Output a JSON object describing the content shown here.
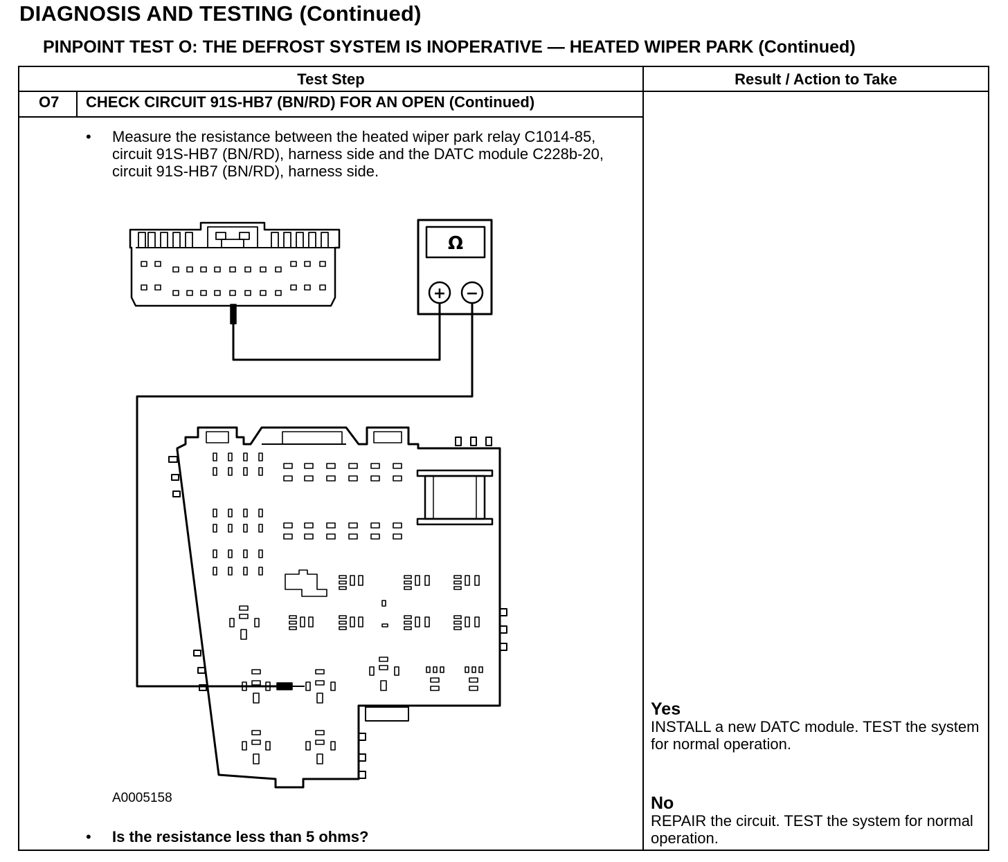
{
  "header": {
    "title": "DIAGNOSIS AND TESTING (Continued)",
    "subtitle": "PINPOINT TEST O: THE DEFROST SYSTEM IS INOPERATIVE — HEATED WIPER PARK (Continued)"
  },
  "table": {
    "col_test_step": "Test Step",
    "col_result": "Result / Action to Take",
    "step": {
      "id": "O7",
      "title": "CHECK CIRCUIT 91S-HB7 (BN/RD) FOR AN OPEN (Continued)",
      "bullet": "•",
      "instruction": "Measure the resistance between the heated wiper park relay C1014-85, circuit 91S-HB7 (BN/RD), harness side and the DATC module C228b-20, circuit 91S-HB7 (BN/RD), harness side.",
      "figure_id": "A0005158",
      "question": "Is the resistance less than 5 ohms?"
    },
    "results": {
      "yes_label": "Yes",
      "yes_text": "INSTALL a new DATC module. TEST the system for normal operation.",
      "no_label": "No",
      "no_text": "REPAIR the circuit. TEST the system for normal operation."
    }
  },
  "meter": {
    "symbol": "Ω",
    "plus": "+",
    "minus": "−"
  }
}
